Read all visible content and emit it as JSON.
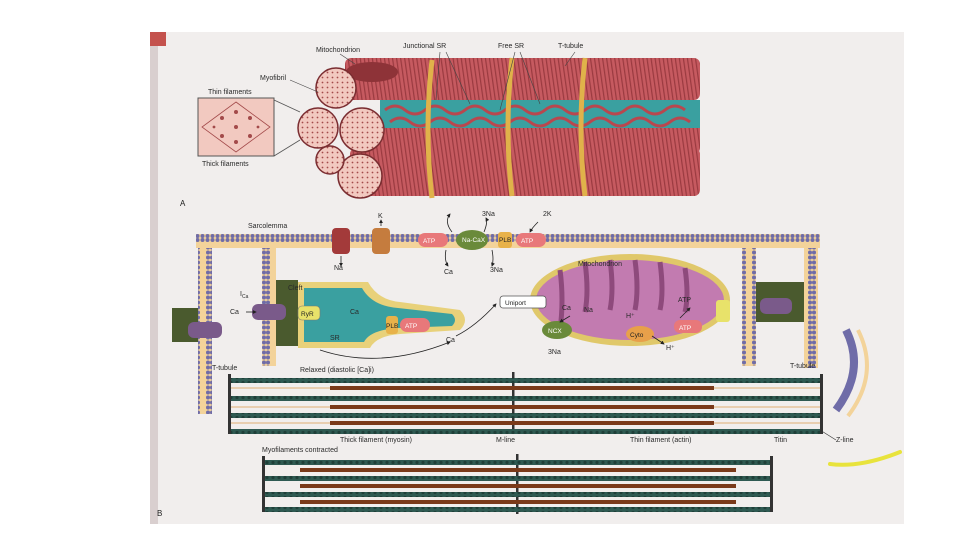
{
  "panel_a": {
    "label": "A",
    "mitochondrion": "Mitochondrion",
    "junctional_sr": "Junctional SR",
    "free_sr": "Free SR",
    "t_tubule": "T-tubule",
    "myofibril": "Myofibril",
    "thin_filaments": "Thin filaments",
    "thick_filaments": "Thick filaments"
  },
  "panel_b": {
    "label": "B",
    "sarcolemma": "Sarcolemma",
    "k_top": "K",
    "na_top_left": "Na",
    "three_na_top": "3Na",
    "two_k_top": "2K",
    "ca_top": "Ca",
    "three_na_mid": "3Na",
    "atp_1": "ATP",
    "ncx_1": "Na-CaX",
    "plb_top": "PLB",
    "atp_2": "ATP",
    "i_ca": "I",
    "i_ca_sub": "Ca",
    "ca_left": "Ca",
    "cleft": "Cleft",
    "ryr": "RyR",
    "ca_sr": "Ca",
    "sr": "SR",
    "plb": "PLB",
    "atp_sr": "ATP",
    "ca_sr_out": "Ca",
    "uniport": "Uniport",
    "mitochondrion": "Mitochondrion",
    "ca_mito": "Ca",
    "na_mito": "Na",
    "ncx_mito": "NCX",
    "three_na_bottom": "3Na",
    "h_plus_1": "H⁺",
    "atp_mito": "ATP",
    "cyto": "Cyto",
    "atp_mito_2": "ATP",
    "h_plus_2": "H⁺",
    "t_tubule_left": "T-tubule",
    "t_tubule_right": "T-tubule",
    "relaxed": "Relaxed (diastolic [Ca]i)",
    "thick_filament": "Thick filament (myosin)",
    "m_line": "M-line",
    "thin_filament": "Thin filament (actin)",
    "titin": "Titin",
    "z_line": "Z-line",
    "contracted": "Myofilaments contracted"
  },
  "colors": {
    "muscle": "#c0555a",
    "muscle_dark": "#8e3338",
    "sr_teal": "#3aa0a0",
    "t_tubule_gold": "#e0b24a",
    "membrane_purple": "#7c79b0",
    "mito_pink": "#c27bb0",
    "page_bg": "#f1eeed",
    "highlight": "#e8e33c"
  }
}
